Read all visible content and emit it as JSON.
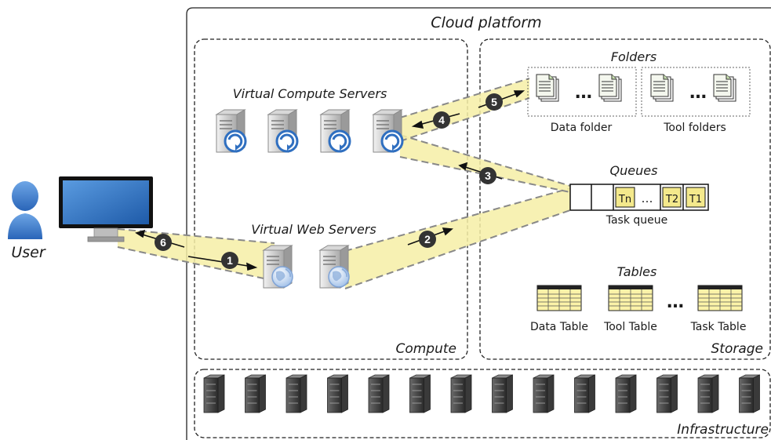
{
  "platform": {
    "title": "Cloud platform"
  },
  "user": {
    "label": "User"
  },
  "compute": {
    "label": "Compute",
    "vcs_title": "Virtual Compute Servers",
    "vws_title": "Virtual Web Servers"
  },
  "storage": {
    "label": "Storage",
    "folders": {
      "title": "Folders",
      "ellipsis": "…",
      "data_folder": "Data folder",
      "tool_folders": "Tool folders"
    },
    "queues": {
      "title": "Queues",
      "caption": "Task queue",
      "cells": [
        "Tn",
        "…",
        "T2",
        "T1"
      ]
    },
    "tables": {
      "title": "Tables",
      "ellipsis": "…",
      "items": [
        "Data Table",
        "Tool Table",
        "Task Table"
      ]
    }
  },
  "infrastructure": {
    "label": "Infrastructure"
  },
  "steps": [
    "1",
    "2",
    "3",
    "4",
    "5",
    "6"
  ],
  "colors": {
    "flow": "#f6efa6",
    "flow_border": "#888888",
    "step_circle": "#333333",
    "queue_cell": "#f4e98c",
    "screen": "#2f6fc0",
    "user": "#3f7fd0"
  }
}
